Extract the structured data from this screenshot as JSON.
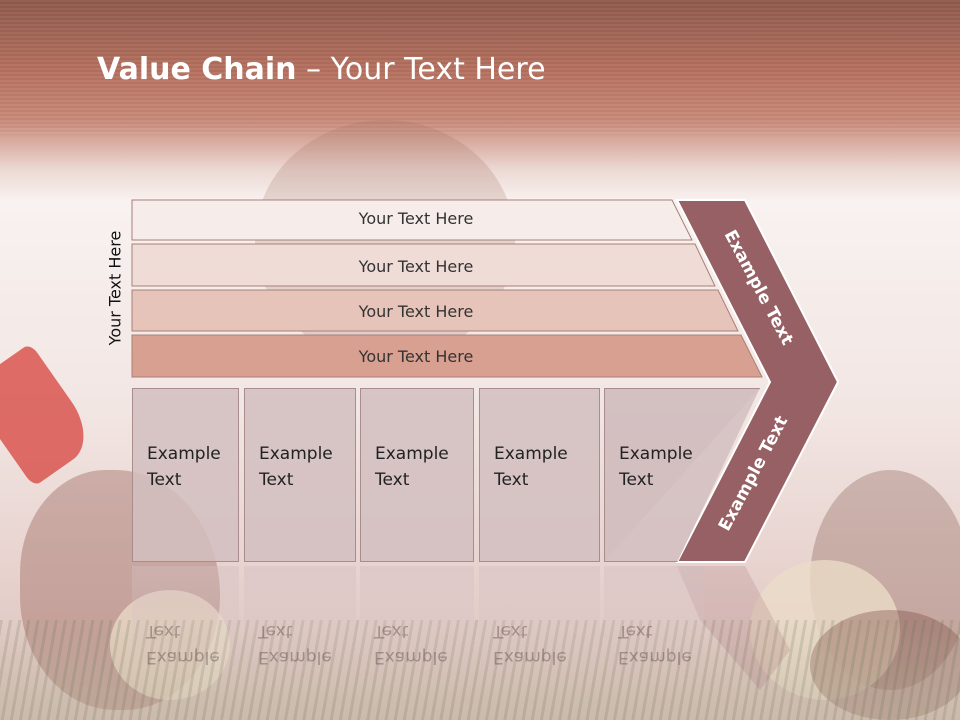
{
  "title": {
    "bold": "Value Chain",
    "rest": " – Your Text Here"
  },
  "side_label": "Your Text Here",
  "bars": [
    {
      "label": "Your Text Here",
      "fill": "#f6ecea"
    },
    {
      "label": "Your Text Here",
      "fill": "#efdcd6"
    },
    {
      "label": "Your Text Here",
      "fill": "#e7c4b9"
    },
    {
      "label": "Your Text Here",
      "fill": "#d8a090"
    }
  ],
  "chevron": {
    "upper_label": "Example Text",
    "lower_label": "Example Text",
    "fill": "#966064"
  },
  "boxes": [
    {
      "line1": "Example",
      "line2": "Text"
    },
    {
      "line1": "Example",
      "line2": "Text"
    },
    {
      "line1": "Example",
      "line2": "Text"
    },
    {
      "line1": "Example",
      "line2": "Text"
    },
    {
      "line1": "Example",
      "line2": "Text"
    }
  ]
}
